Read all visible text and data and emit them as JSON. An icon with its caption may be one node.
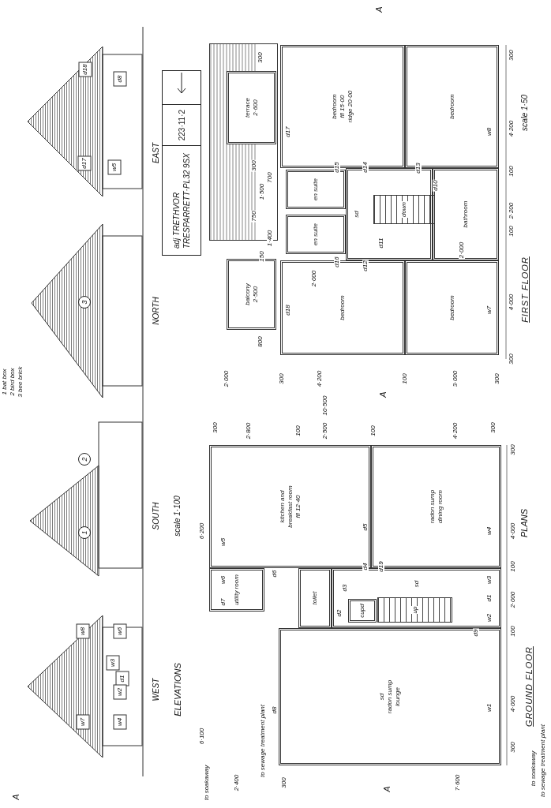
{
  "diagram": {
    "nodes": [
      {
        "text": [
          "GROUND FLOOR"
        ]
      },
      {
        "text": [
          "kitchen and",
          "breakfast room",
          "ffl 12·40"
        ],
        "in": 0
      },
      {
        "text": [
          "radon sump",
          "dining room"
        ],
        "in": 0
      },
      {
        "text": [
          "utility room"
        ],
        "in": 0
      },
      {
        "text": [
          "toilet"
        ],
        "in": 0
      },
      {
        "text": [
          "sd"
        ],
        "in": 0
      },
      {
        "text": [
          "cupd"
        ],
        "in": 5
      },
      {
        "text": [
          "up"
        ],
        "in": 5
      },
      {
        "text": [
          "sd",
          "radon sump",
          "lounge"
        ],
        "in": 0
      },
      {
        "text": [
          "FIRST FLOOR"
        ]
      },
      {
        "text": [
          "bedroom",
          "ffl 15·00",
          "ridge 20·00"
        ],
        "in": 9
      },
      {
        "text": [
          "bedroom"
        ],
        "in": 9
      },
      {
        "text": [
          "bedroom"
        ],
        "in": 9
      },
      {
        "text": [
          "bedroom"
        ],
        "in": 9
      },
      {
        "text": [
          "en suite"
        ],
        "in": 9
      },
      {
        "text": [
          "en suite"
        ],
        "in": 9
      },
      {
        "text": [
          "sd"
        ],
        "in": 9
      },
      {
        "text": [
          "down"
        ],
        "in": 16
      },
      {
        "text": [
          "bathroom"
        ],
        "in": 9
      },
      {
        "text": [
          "terrace",
          "2·600"
        ]
      },
      {
        "text": [
          "balcony",
          "2·500"
        ]
      },
      {
        "text": [
          "adj TRETHVOR TRESPARRETT·PL32 9SX",
          "223·11·2"
        ]
      },
      {
        "text": [
          "1"
        ]
      },
      {
        "text": [
          "2"
        ]
      },
      {
        "text": [
          "3"
        ]
      }
    ],
    "labels": [
      "1 bat box",
      "2 bird box",
      "3 bee brick",
      "w8",
      "w6",
      "w3",
      "d1",
      "w2",
      "w7",
      "w4",
      "d17",
      "w5",
      "d18",
      "d8",
      "WEST",
      "SOUTH",
      "NORTH",
      "EAST",
      "ELEVATIONS",
      "scale 1·100",
      "PLANS",
      "scale 1·50",
      "d1",
      "w3",
      "w2",
      "d9",
      "w1",
      "w4",
      "d19",
      "d4",
      "d5",
      "d3",
      "d2",
      "d6",
      "d8",
      "d7",
      "w6",
      "w5",
      "6·100",
      "6·200",
      "to soakaway",
      "2·400",
      "to sewage treatment plant",
      "300",
      "7·600",
      "300",
      "2·800",
      "100",
      "2·500",
      "100",
      "4·200",
      "300",
      "10·500",
      "300",
      "4·000",
      "100",
      "2·000",
      "100",
      "4·000",
      "300",
      "to soakaway",
      "to sewage treatment plant",
      "d17",
      "d15",
      "d14",
      "d13",
      "d10",
      "d11",
      "d16",
      "d12",
      "d18",
      "w8",
      "w7",
      "2·000",
      "2·000",
      "300",
      "300",
      "700",
      "1·500",
      "750",
      "1·400",
      "150",
      "800",
      "300",
      "4·200",
      "100",
      "2·200",
      "100",
      "4·000",
      "300",
      "2·000",
      "300",
      "4·200",
      "100",
      "3·000",
      "300",
      "A",
      "A",
      "A",
      "A"
    ]
  }
}
